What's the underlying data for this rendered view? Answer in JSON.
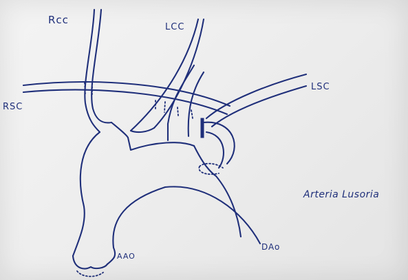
{
  "labels": {
    "rcc": "Rcc",
    "lcc": "LCC",
    "lsc": "LSC",
    "rsc": "RSC",
    "arteria_lusoria": "Arteria Lusoria",
    "aao": "AAO",
    "dao": "DAo"
  },
  "colors": {
    "ink": "#1f2f7a",
    "paper": "#efefef"
  }
}
